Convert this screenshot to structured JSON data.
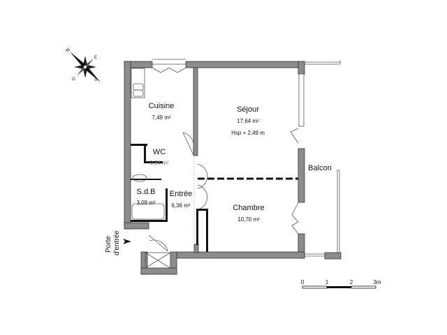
{
  "rooms": [
    {
      "name": "Cuisine",
      "area": "7,49 m²"
    },
    {
      "name": "Séjour",
      "area": "17,64 m²",
      "height": "Hsp = 2,49 m"
    },
    {
      "name": "WC",
      "area": "0,94 m²"
    },
    {
      "name": "S.d.B",
      "area": "3,09 m²"
    },
    {
      "name": "Entrée",
      "area": "6,36 m²"
    },
    {
      "name": "Chambre",
      "area": "10,70 m²"
    },
    {
      "name": "Balcon"
    }
  ],
  "entrance_label": [
    "Porte",
    "d'entrée"
  ],
  "compass": {
    "n": "N",
    "e": "E",
    "s": "S",
    "o": "O"
  },
  "scale": {
    "ticks": [
      "0",
      "1",
      "2",
      "3m"
    ]
  }
}
